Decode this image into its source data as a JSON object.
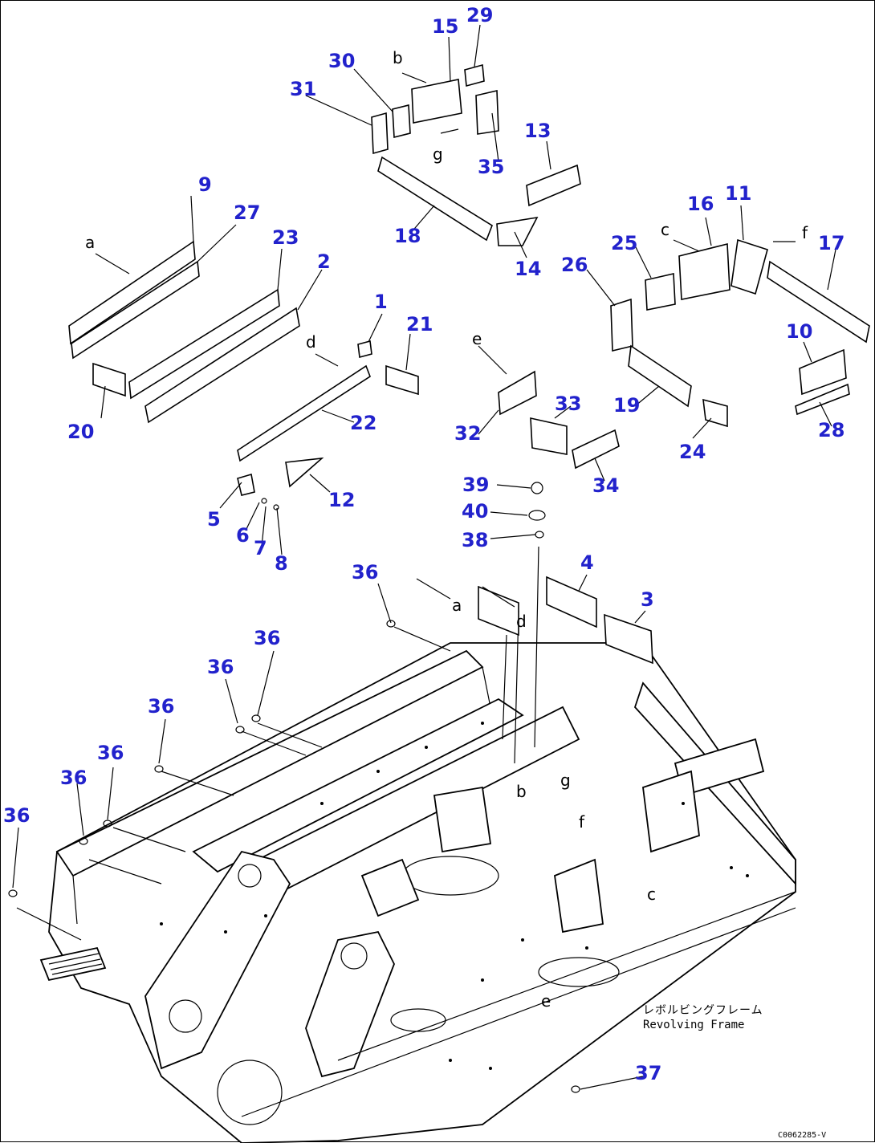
{
  "diagram": {
    "callouts": [
      "1",
      "2",
      "3",
      "4",
      "5",
      "6",
      "7",
      "8",
      "9",
      "10",
      "11",
      "12",
      "13",
      "14",
      "15",
      "16",
      "17",
      "18",
      "19",
      "20",
      "21",
      "22",
      "23",
      "24",
      "25",
      "26",
      "27",
      "28",
      "29",
      "30",
      "31",
      "32",
      "33",
      "34",
      "35",
      "36",
      "37",
      "38",
      "39",
      "40"
    ],
    "ref_letters": [
      "a",
      "b",
      "c",
      "d",
      "e",
      "f",
      "g"
    ],
    "frame_label_jp": "レボルビングフレーム",
    "frame_label_en": "Revolving Frame",
    "drawing_code": "C0062285-V"
  }
}
